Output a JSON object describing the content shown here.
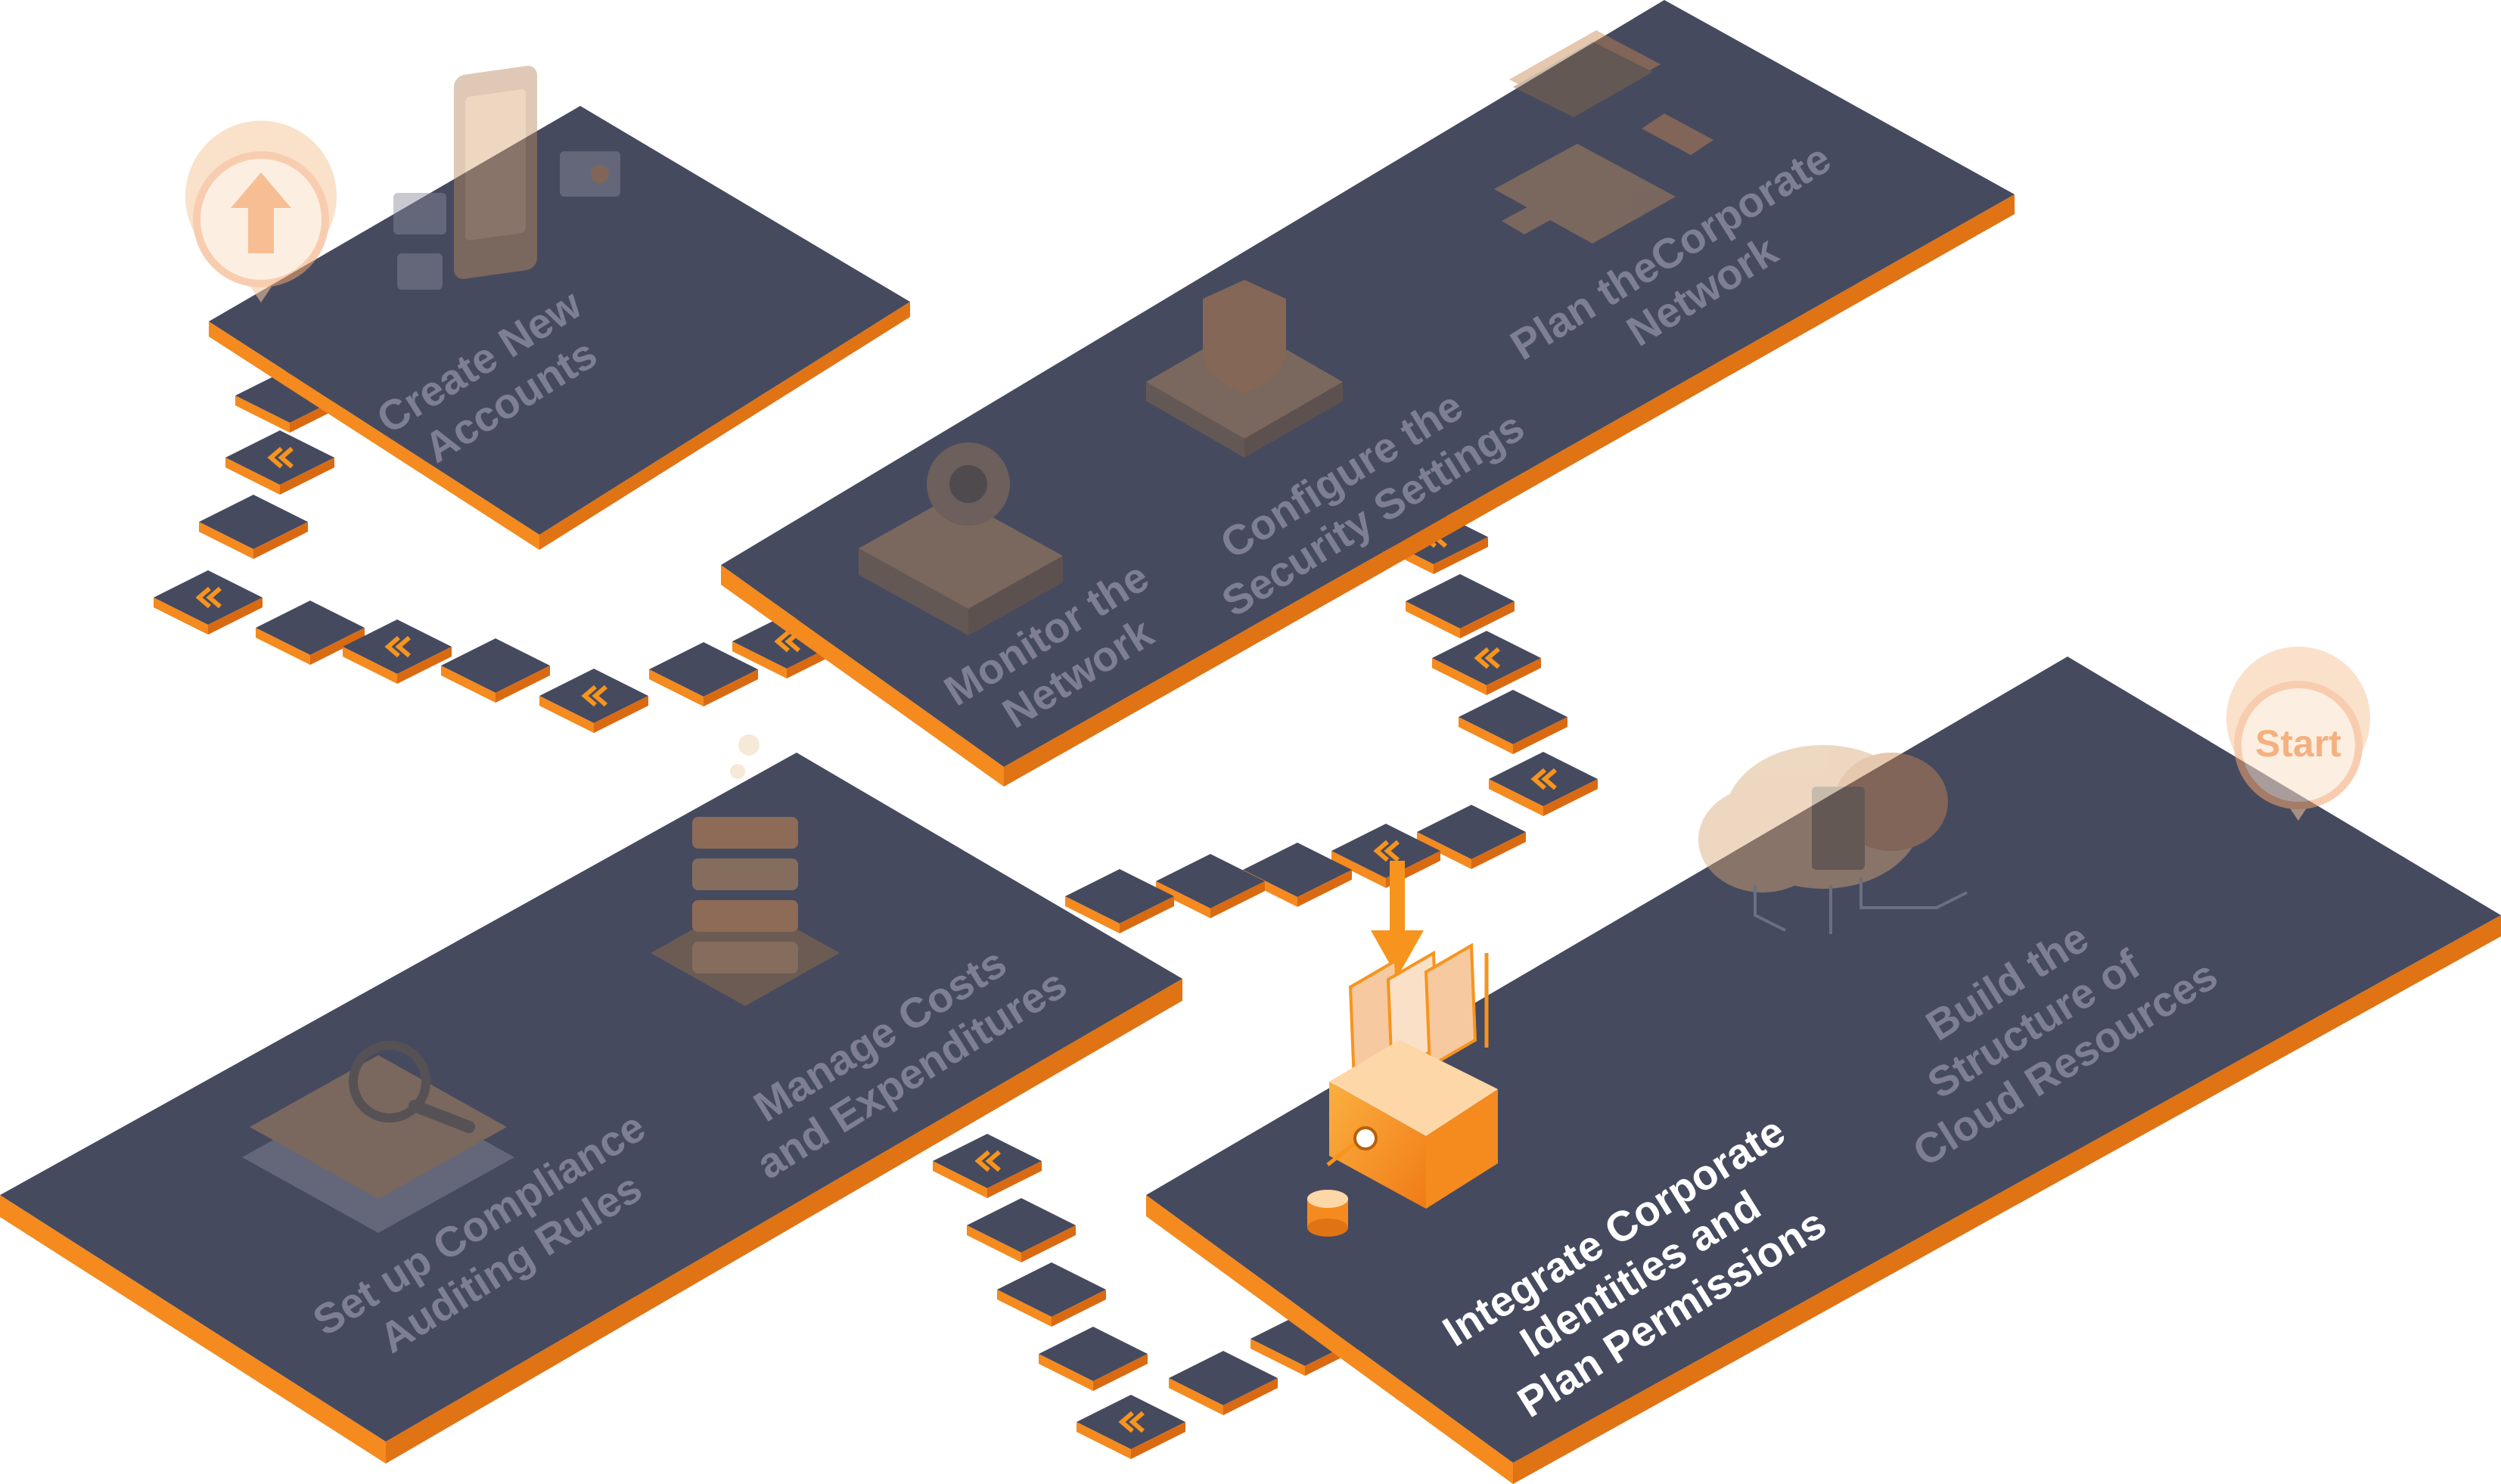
{
  "steps": {
    "start_pin": {
      "label": "Start"
    },
    "build": {
      "lines": [
        "Build the",
        "Structure of",
        "Cloud Resources"
      ]
    },
    "integrate": {
      "lines": [
        "Integrate Corporate",
        "Identities and",
        "Plan Permissions"
      ]
    },
    "plan_network": {
      "lines": [
        "Plan theCorporate",
        "Network"
      ]
    },
    "configure": {
      "lines": [
        "Configure the",
        "Security Settings"
      ]
    },
    "monitor": {
      "lines": [
        "Monitor the",
        "Network"
      ]
    },
    "create_accounts": {
      "lines": [
        "Create New",
        "Accounts"
      ]
    },
    "manage_costs": {
      "lines": [
        "Manage Costs",
        "and Expenditures"
      ]
    },
    "compliance": {
      "lines": [
        "Set up Compliance",
        "Auditing Rules"
      ]
    }
  },
  "icons": {
    "start_pin": "map-pin-icon",
    "finish_pin": "arrow-up-pin-icon",
    "cloud": "cloud-server-icon",
    "identities": "identity-folder-box-icon",
    "laptop": "laptop-phone-icon",
    "security": "shield-icon",
    "camera": "webcam-icon",
    "mobile": "mobile-accounts-icon",
    "server": "server-stack-icon",
    "audit": "magnifier-document-icon",
    "arrow": "down-arrow-icon",
    "chevron": "double-chevron-icon"
  },
  "colors": {
    "platform_top": "#464a5f",
    "platform_side": "#f58a1f",
    "platform_side_dark": "#d96a12",
    "accent": "#f7941d",
    "faded_label": "#7e7f92",
    "active_label": "#ffffff"
  }
}
